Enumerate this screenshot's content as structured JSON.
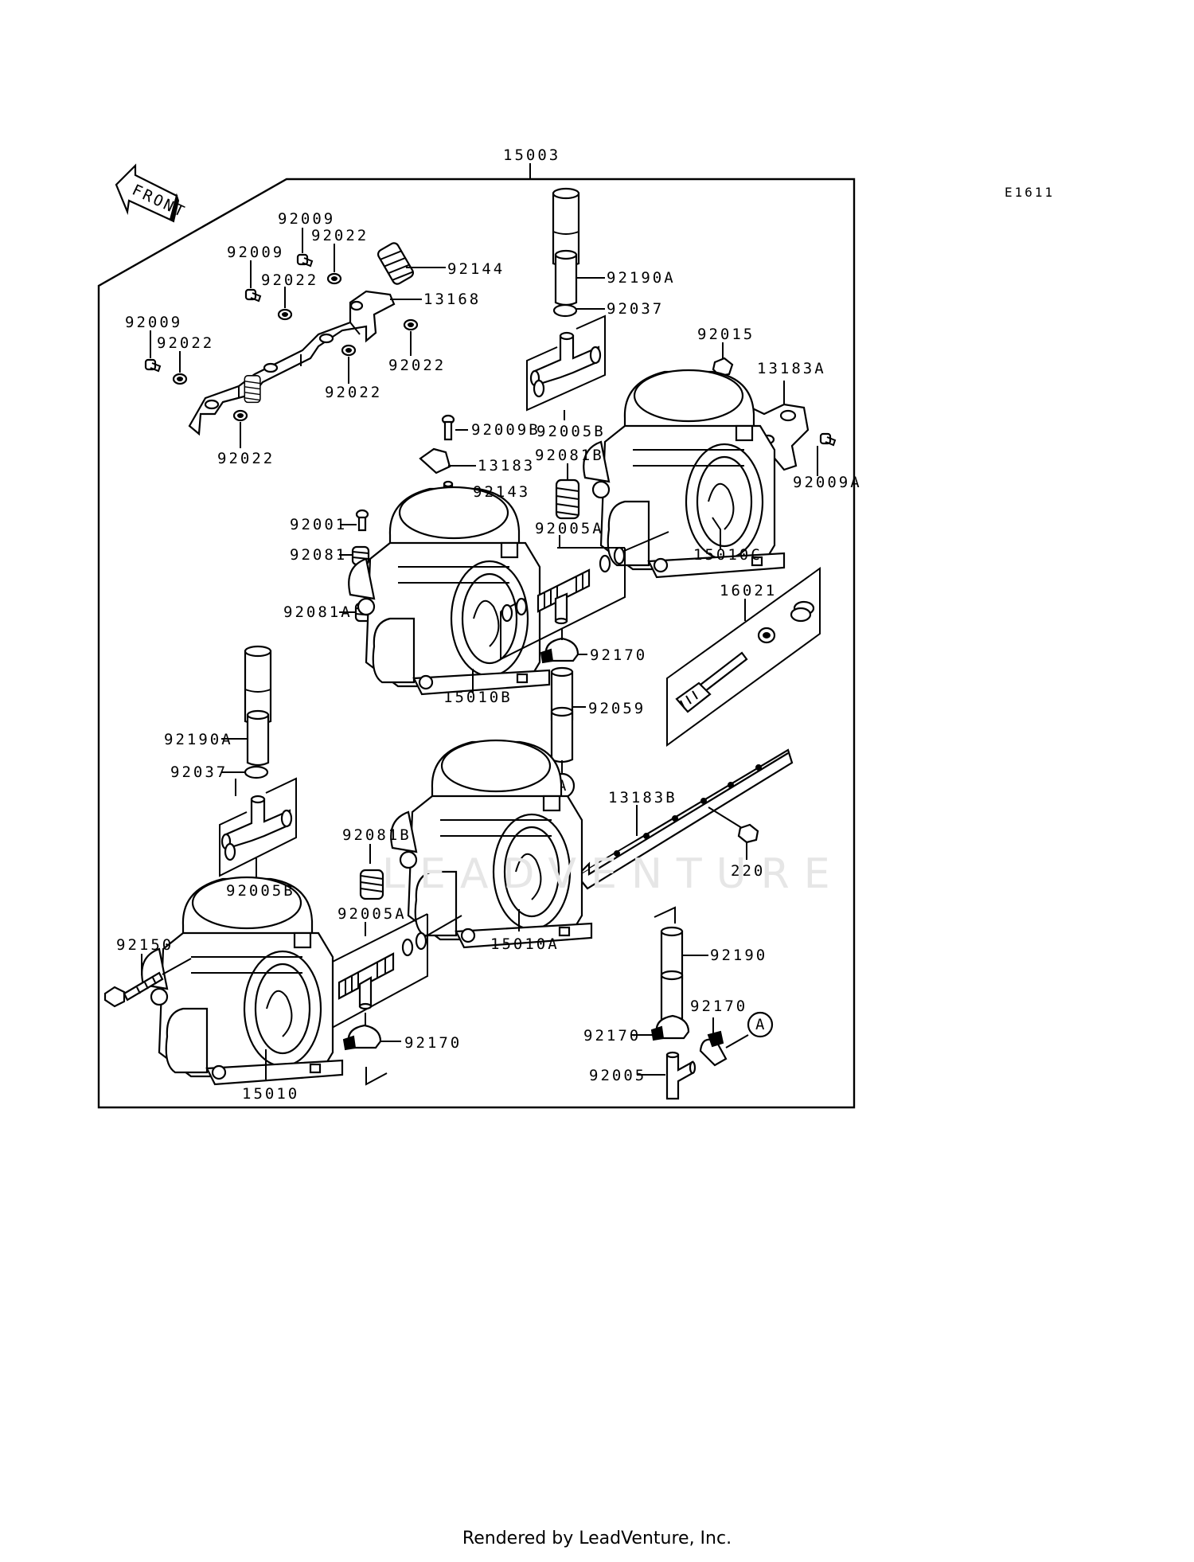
{
  "diagram": {
    "assembly_number": "15003",
    "reference_code": "E1611",
    "front_arrow_label": "FRONT",
    "watermark": "LEADVENTURE",
    "footer": "Rendered by LeadVenture, Inc.",
    "connector_a": "A",
    "part_labels": {
      "p92009_top": "92009",
      "p92022_top": "92022",
      "p92009_mid": "92009",
      "p92022_mid": "92022",
      "p92144": "92144",
      "p13168": "13168",
      "p92009_left": "92009",
      "p92022_left": "92022",
      "p92022_right": "92022",
      "p92022_center": "92022",
      "p92022_bottom": "92022",
      "p92190A_top": "92190A",
      "p92037_top": "92037",
      "p92005B_top": "92005B",
      "p92015": "92015",
      "p13183A": "13183A",
      "p92009A": "92009A",
      "p15010C": "15010C",
      "p92009B": "92009B",
      "p13183": "13183",
      "p92143": "92143",
      "p92081B_top": "92081B",
      "p92001": "92001",
      "p92081": "92081",
      "p92081A": "92081A",
      "p92005A_top": "92005A",
      "p15010B": "15010B",
      "p92170_top": "92170",
      "p92059": "92059",
      "p16021": "16021",
      "p92190A_left": "92190A",
      "p92037_left": "92037",
      "p92005B_left": "92005B",
      "p13183B": "13183B",
      "p220": "220",
      "p92081B_bottom": "92081B",
      "p92005A_bottom": "92005A",
      "p15010A": "15010A",
      "p92150": "92150",
      "p92170_bottom": "92170",
      "p15010": "15010",
      "p92190": "92190",
      "p92170_right": "92170",
      "p92170_left2": "92170",
      "p92005": "92005"
    }
  }
}
